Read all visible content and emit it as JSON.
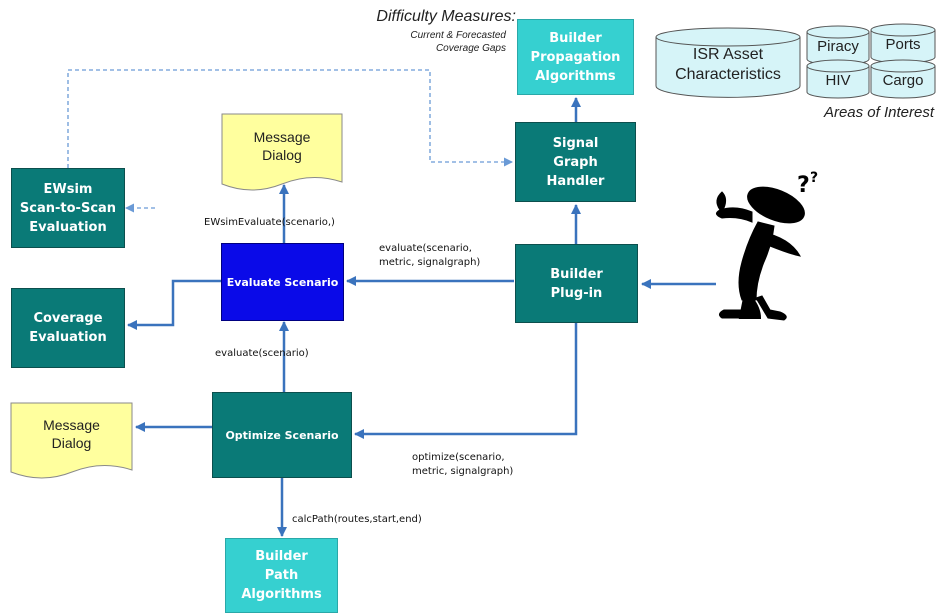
{
  "boxes": {
    "builder_propagation": "Builder\nPropagation\nAlgorithms",
    "signal_graph_handler": "Signal\nGraph\nHandler",
    "builder_plugin": "Builder\nPlug-in",
    "evaluate_scenario": "Evaluate Scenario",
    "optimize_scenario": "Optimize Scenario",
    "ewsim_eval": "EWsim\nScan-to-Scan\nEvaluation",
    "coverage_eval": "Coverage\nEvaluation",
    "builder_path": "Builder\nPath\nAlgorithms"
  },
  "message_dialogs": {
    "top": "Message\nDialog",
    "left": "Message\nDialog"
  },
  "difficulty": {
    "title": "Difficulty Measures:",
    "subtitle": "Current & Forecasted\nCoverage Gaps"
  },
  "databases": {
    "isr": "ISR Asset\nCharacteristics",
    "piracy": "Piracy",
    "ports": "Ports",
    "hiv": "HIV",
    "cargo": "Cargo",
    "areas_label": "Areas of Interest"
  },
  "edge_labels": {
    "ewsim_evaluate": "EWsimEvaluate(scenario,)",
    "evaluate_full": "evaluate(scenario,\nmetric, signalgraph)",
    "evaluate": "evaluate(scenario)",
    "optimize": "optimize(scenario,\nmetric, signalgraph)",
    "calcpath": "calcPath(routes,start,end)"
  },
  "colors": {
    "teal": "#0a7a77",
    "cyan": "#36d0d0",
    "blue": "#0a0ae8",
    "arrow": "#4a80c4",
    "note_yellow": "#ffff9e"
  }
}
